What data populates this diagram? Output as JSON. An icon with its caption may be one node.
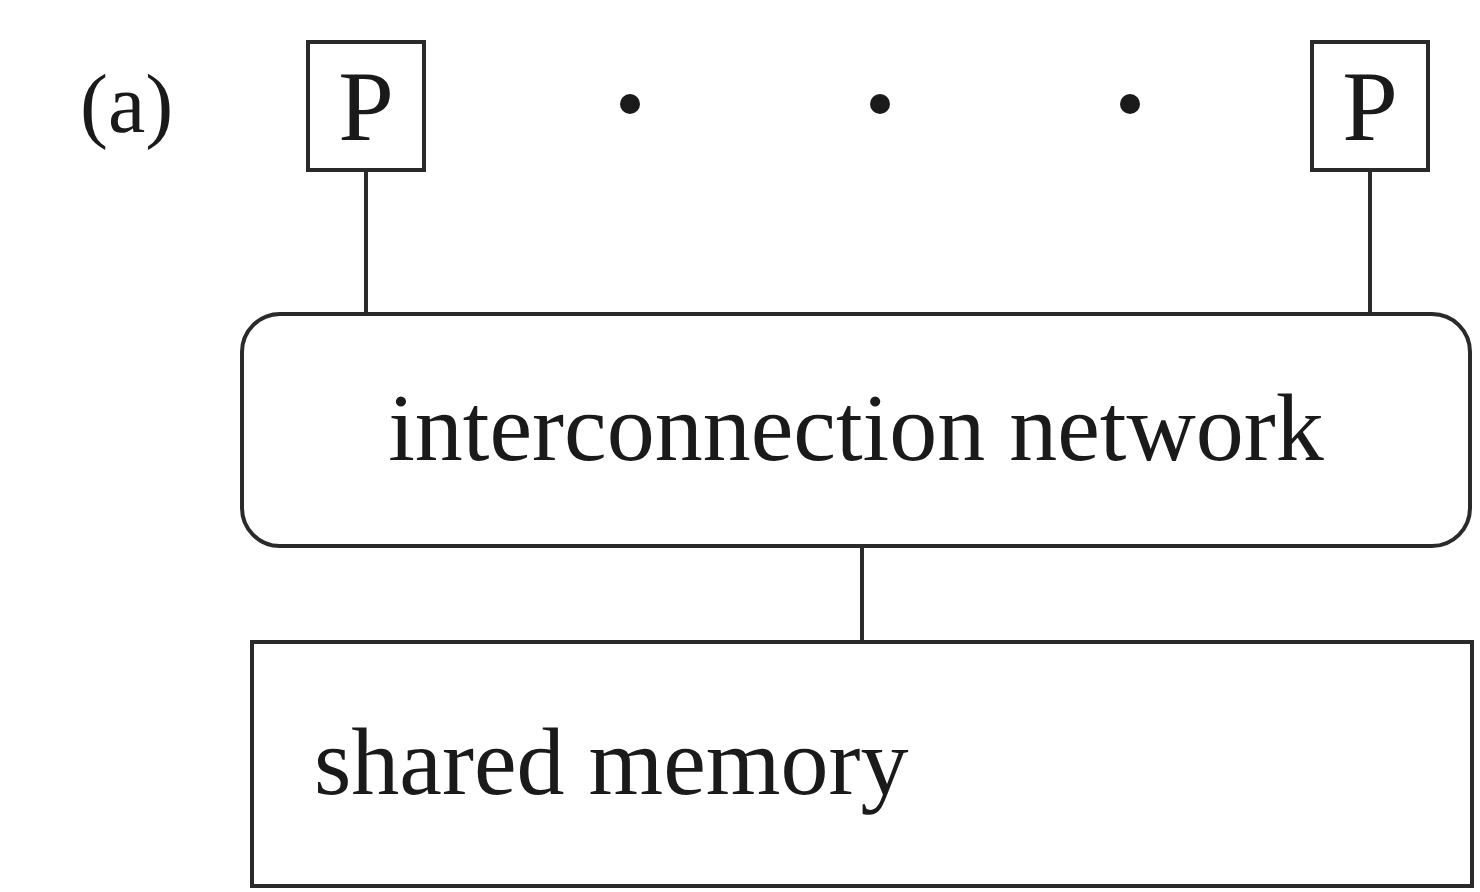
{
  "diagram": {
    "nodes": [
      {
        "text": [
          "P"
        ]
      },
      {
        "text": [
          "P"
        ]
      },
      {
        "text": [
          "interconnection network"
        ]
      },
      {
        "text": [
          "shared memory"
        ]
      }
    ],
    "edges": [
      {
        "from": 0,
        "to": 2,
        "arrow": "none"
      },
      {
        "from": 1,
        "to": 2,
        "arrow": "none"
      },
      {
        "from": 2,
        "to": 3,
        "arrow": "none"
      }
    ],
    "labels": [
      "(a)"
    ]
  }
}
